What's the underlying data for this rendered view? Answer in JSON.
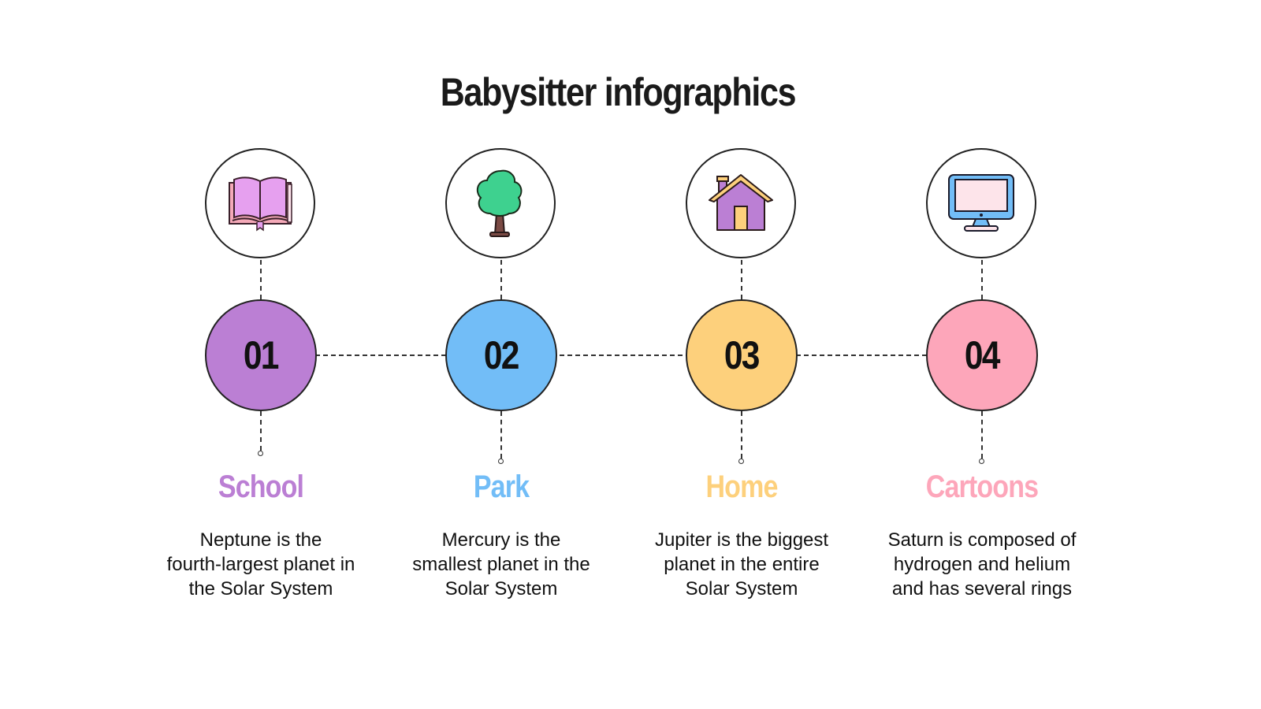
{
  "title": "Babysitter infographics",
  "steps": [
    {
      "number": "01",
      "label": "School",
      "icon": "book-icon",
      "color": "#bb7fd4",
      "desc_lines": [
        "Neptune is the",
        "fourth-largest planet in",
        "the Solar System"
      ]
    },
    {
      "number": "02",
      "label": "Park",
      "icon": "tree-icon",
      "color": "#72bdf7",
      "desc_lines": [
        "Mercury is the",
        "smallest planet in the",
        "Solar System"
      ]
    },
    {
      "number": "03",
      "label": "Home",
      "icon": "house-icon",
      "color": "#fdd07c",
      "desc_lines": [
        "Jupiter is the biggest",
        "planet in the entire",
        "Solar System"
      ]
    },
    {
      "number": "04",
      "label": "Cartoons",
      "icon": "monitor-icon",
      "color": "#fda6ba",
      "desc_lines": [
        "Saturn is composed of",
        "hydrogen and helium",
        "and has several rings"
      ]
    }
  ]
}
